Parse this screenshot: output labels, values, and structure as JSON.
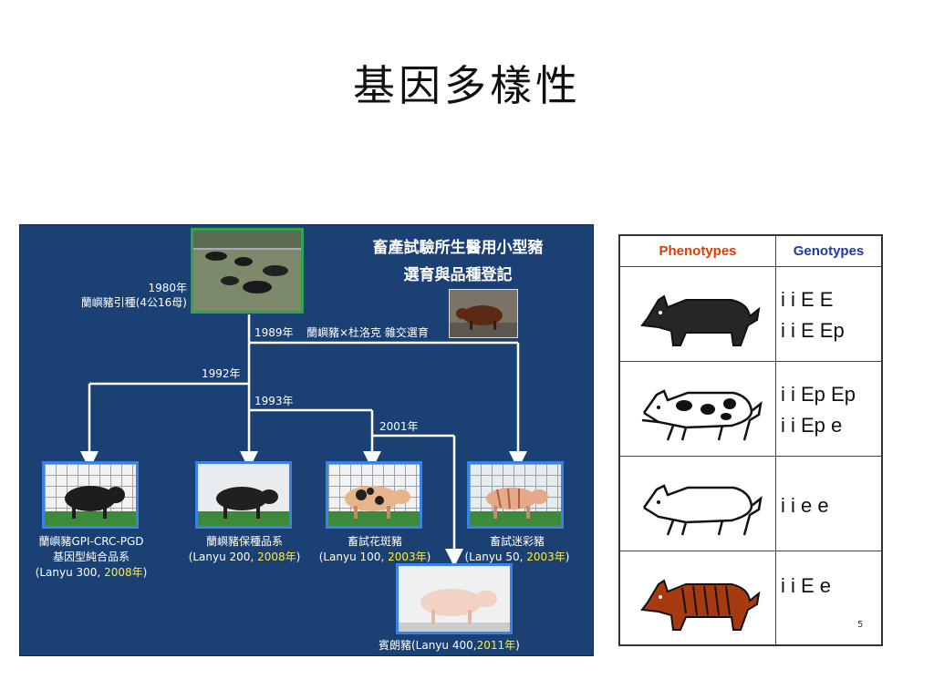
{
  "slide": {
    "title": "基因多樣性",
    "page_number": "5"
  },
  "diagram": {
    "title_line1": "畜產試驗所生醫用小型豬",
    "title_line2": "選育與品種登記",
    "origin": {
      "year": "1980年",
      "text": "蘭嶼豬引種(4公16母)"
    },
    "cross": {
      "year": "1989年",
      "text": "蘭嶼豬×杜洛克 雜交選育"
    },
    "branch_years": {
      "y1992": "1992年",
      "y1993": "1993年",
      "y2001": "2001年"
    },
    "lines": [
      {
        "name_l1": "蘭嶼豬GPI-CRC-PGD",
        "name_l2": "基因型純合品系",
        "code": "(Lanyu 300, ",
        "year": "2008年",
        "close": ")"
      },
      {
        "name_l1": "蘭嶼豬保種品系",
        "code": "(Lanyu 200, ",
        "year": "2008年",
        "close": ")"
      },
      {
        "name_l1": "畜試花斑豬",
        "code": "(Lanyu 100, ",
        "year": "2003年",
        "close": ")"
      },
      {
        "name_l1": "畜試迷彩豬",
        "code": "(Lanyu 50, ",
        "year": "2003年",
        "close": ")"
      },
      {
        "name_l1": "賓朗豬(Lanyu 400,",
        "year": "2011年",
        "close": ")"
      }
    ],
    "colors": {
      "panel_bg": "#1b4174",
      "year_highlight": "#ffee33",
      "origin_border": "#2fa44f",
      "photo_border": "#3b82e8"
    }
  },
  "table": {
    "headers": {
      "phenotypes": "Phenotypes",
      "genotypes": "Genotypes"
    },
    "header_colors": {
      "phenotypes": "#e03a00",
      "genotypes": "#1f3aa8"
    },
    "rows": [
      {
        "icon": "black-pig-icon",
        "genotype_l1": "i i E E",
        "genotype_l2": "i i E Ep"
      },
      {
        "icon": "spotted-pig-icon",
        "genotype_l1": "i i Ep Ep",
        "genotype_l2": "i i Ep e"
      },
      {
        "icon": "white-pig-icon",
        "genotype_l1": "i i e e",
        "genotype_l2": ""
      },
      {
        "icon": "red-striped-pig-icon",
        "genotype_l1": "i i E e",
        "genotype_l2": ""
      }
    ]
  }
}
